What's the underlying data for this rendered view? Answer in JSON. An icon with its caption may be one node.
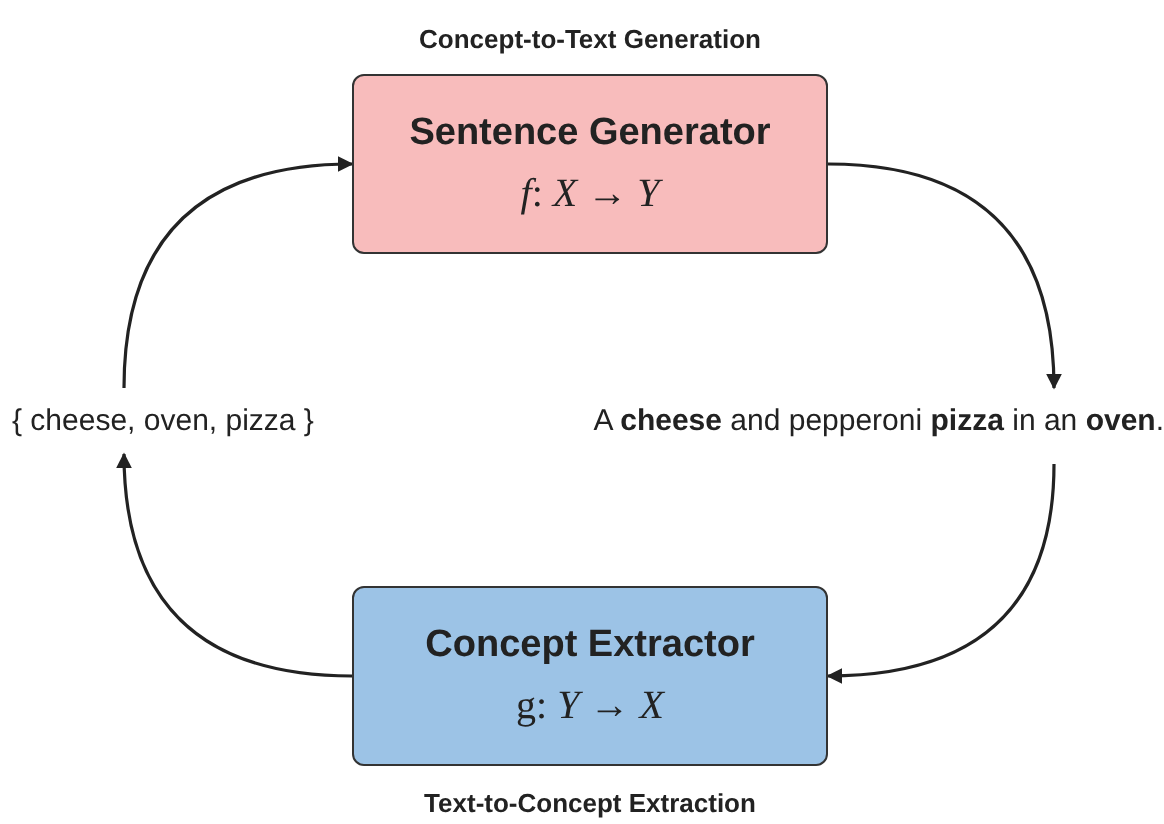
{
  "diagram": {
    "nodes": [
      {
        "text": [
          "Sentence Generator",
          "*f*: *X* → *Y*"
        ],
        "beside": [
          "Concept-to-Text Generation"
        ]
      },
      {
        "text": [
          "A **cheese** and pepperoni **pizza** in an **oven**."
        ]
      },
      {
        "text": [
          "Concept Extractor",
          "g: *Y* → *X*"
        ],
        "beside": [
          "Text-to-Concept Extraction"
        ]
      },
      {
        "text": [
          "{ cheese, oven, pizza }"
        ]
      }
    ],
    "edges": [
      {
        "from": 0,
        "to": 1,
        "arrow": "to"
      },
      {
        "from": 1,
        "to": 2,
        "arrow": "to"
      },
      {
        "from": 2,
        "to": 3,
        "arrow": "to"
      },
      {
        "from": 3,
        "to": 0,
        "arrow": "to"
      }
    ]
  }
}
